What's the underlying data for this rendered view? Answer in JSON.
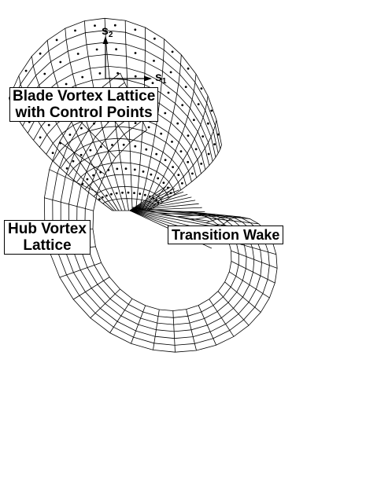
{
  "diagram": {
    "labels": {
      "blade_line1": "Blade Vortex Lattice",
      "blade_line2": "with Control Points",
      "hub_line1": "Hub Vortex",
      "hub_line2": "Lattice",
      "transition_wake": "Transition Wake"
    },
    "axes": {
      "s1": "s",
      "s1_sub": "1",
      "s2": "s",
      "s2_sub": "2"
    },
    "colors": {
      "ink": "#000000",
      "background": "#ffffff"
    }
  }
}
